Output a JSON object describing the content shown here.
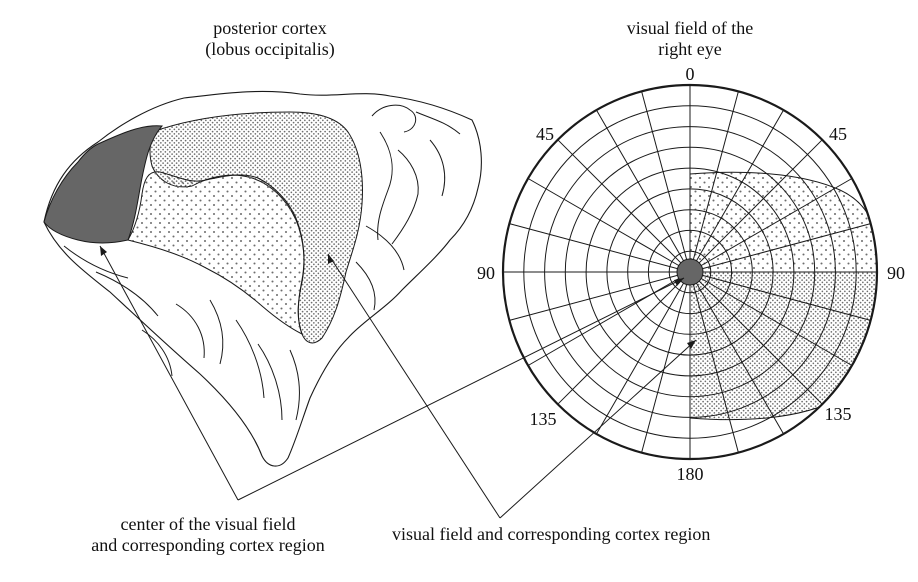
{
  "labels": {
    "cortex_title_line1": "posterior cortex",
    "cortex_title_line2": "(lobus occipitalis)",
    "field_title_line1": "visual field of the",
    "field_title_line2": "right eye",
    "center_caption_line1": "center of the visual field",
    "center_caption_line2": "and corresponding cortex region",
    "region_caption": "visual field and corresponding cortex region"
  },
  "angle_labels": {
    "top": "0",
    "upper_left": "45",
    "upper_right": "45",
    "left": "90",
    "right": "90",
    "lower_left": "135",
    "lower_right": "135",
    "bottom": "180"
  },
  "colors": {
    "line": "#1a1a1a",
    "center_fill": "#666666",
    "stipple": "#6e6e6e",
    "background": "#ffffff"
  }
}
